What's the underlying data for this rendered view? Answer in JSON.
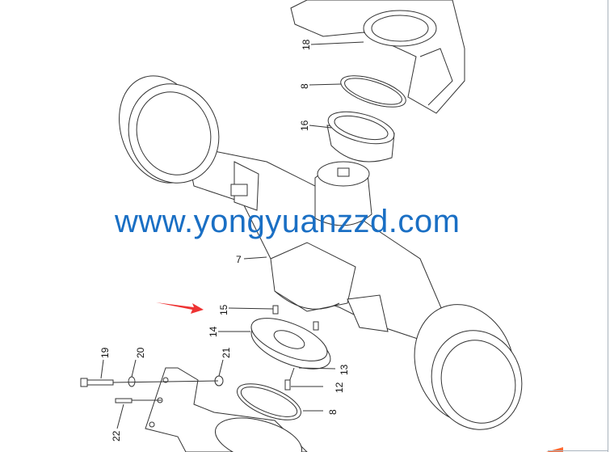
{
  "diagram": {
    "watermark": "www.yongyuanzzd.com",
    "part_labels": [
      "18",
      "8",
      "16",
      "7",
      "15",
      "14",
      "13",
      "12",
      "8",
      "19",
      "20",
      "21",
      "22"
    ],
    "colors": {
      "watermark": "#1a6fc4",
      "arrow": "#ee3333",
      "line": "#333333"
    }
  }
}
